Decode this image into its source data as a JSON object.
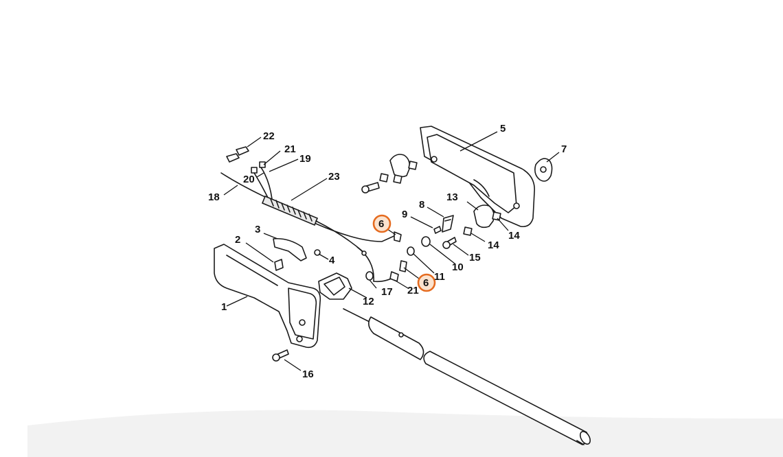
{
  "diagram": {
    "callouts": {
      "c1": "1",
      "c2": "2",
      "c3": "3",
      "c4": "4",
      "c5": "5",
      "c6a": "6",
      "c6b": "6",
      "c7": "7",
      "c8": "8",
      "c9": "9",
      "c10": "10",
      "c11": "11",
      "c12": "12",
      "c13": "13",
      "c14a": "14",
      "c14b": "14",
      "c15": "15",
      "c16": "16",
      "c17": "17",
      "c18": "18",
      "c19": "19",
      "c20": "20",
      "c21a": "21",
      "c21b": "21",
      "c22": "22",
      "c23": "23"
    },
    "highlight_color": "#e56b1f",
    "highlighted_part": "6"
  }
}
